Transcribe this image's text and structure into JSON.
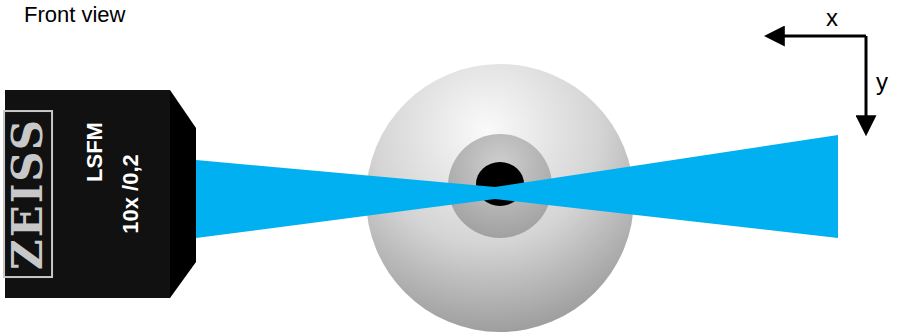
{
  "diagram": {
    "title": "Front view",
    "nodes": [
      {
        "text": [
          "ZEISS",
          "LSFM",
          "10x /0,2"
        ]
      }
    ],
    "labels": [
      "x",
      "y"
    ]
  }
}
